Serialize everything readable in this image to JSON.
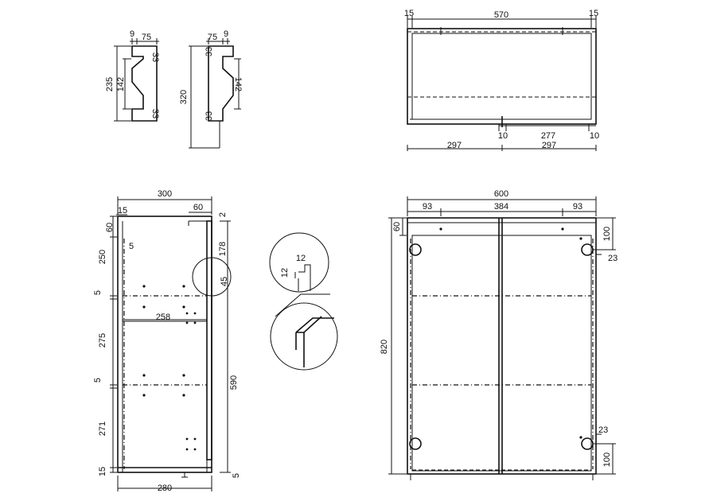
{
  "profile_left": {
    "d_width_top": "75",
    "d_offset_top": "9",
    "d_height": "235",
    "d_inner": "142",
    "d_notch_top": "33",
    "d_notch_bottom": "33"
  },
  "profile_right": {
    "d_width_top": "75",
    "d_offset_top": "9",
    "d_height": "320",
    "d_inner": "142",
    "d_notch_top": "33",
    "d_notch_bottom": "33"
  },
  "top_view": {
    "d_left": "15",
    "d_mid": "570",
    "d_right": "15",
    "d_gap_left": "10",
    "d_gap_mid": "277",
    "d_gap_right": "10",
    "d_half_left": "297",
    "d_half_right": "297"
  },
  "side_view": {
    "d_depth": "300",
    "d_back": "15",
    "d_top_rail": "60",
    "d_top_right": "2",
    "d_rail_h": "60",
    "d_rail_gap": "5",
    "d_s1": "250",
    "d_shelf1": "5",
    "d_s2": "275",
    "d_shelf2": "5",
    "d_s3": "271",
    "d_bottom": "15",
    "d_inner_depth": "258",
    "d_base": "280",
    "d_rt1": "178",
    "d_rt2": "45",
    "d_rt3": "590",
    "d_rt4": "5"
  },
  "detail": {
    "d_a": "12",
    "d_b": "12"
  },
  "front_view": {
    "d_width": "600",
    "d_left": "93",
    "d_mid": "384",
    "d_right": "93",
    "d_top": "60",
    "d_height": "820",
    "d_r_top": "100",
    "d_r_top_hole": "23",
    "d_r_bot_hole": "23",
    "d_r_bot": "100"
  }
}
